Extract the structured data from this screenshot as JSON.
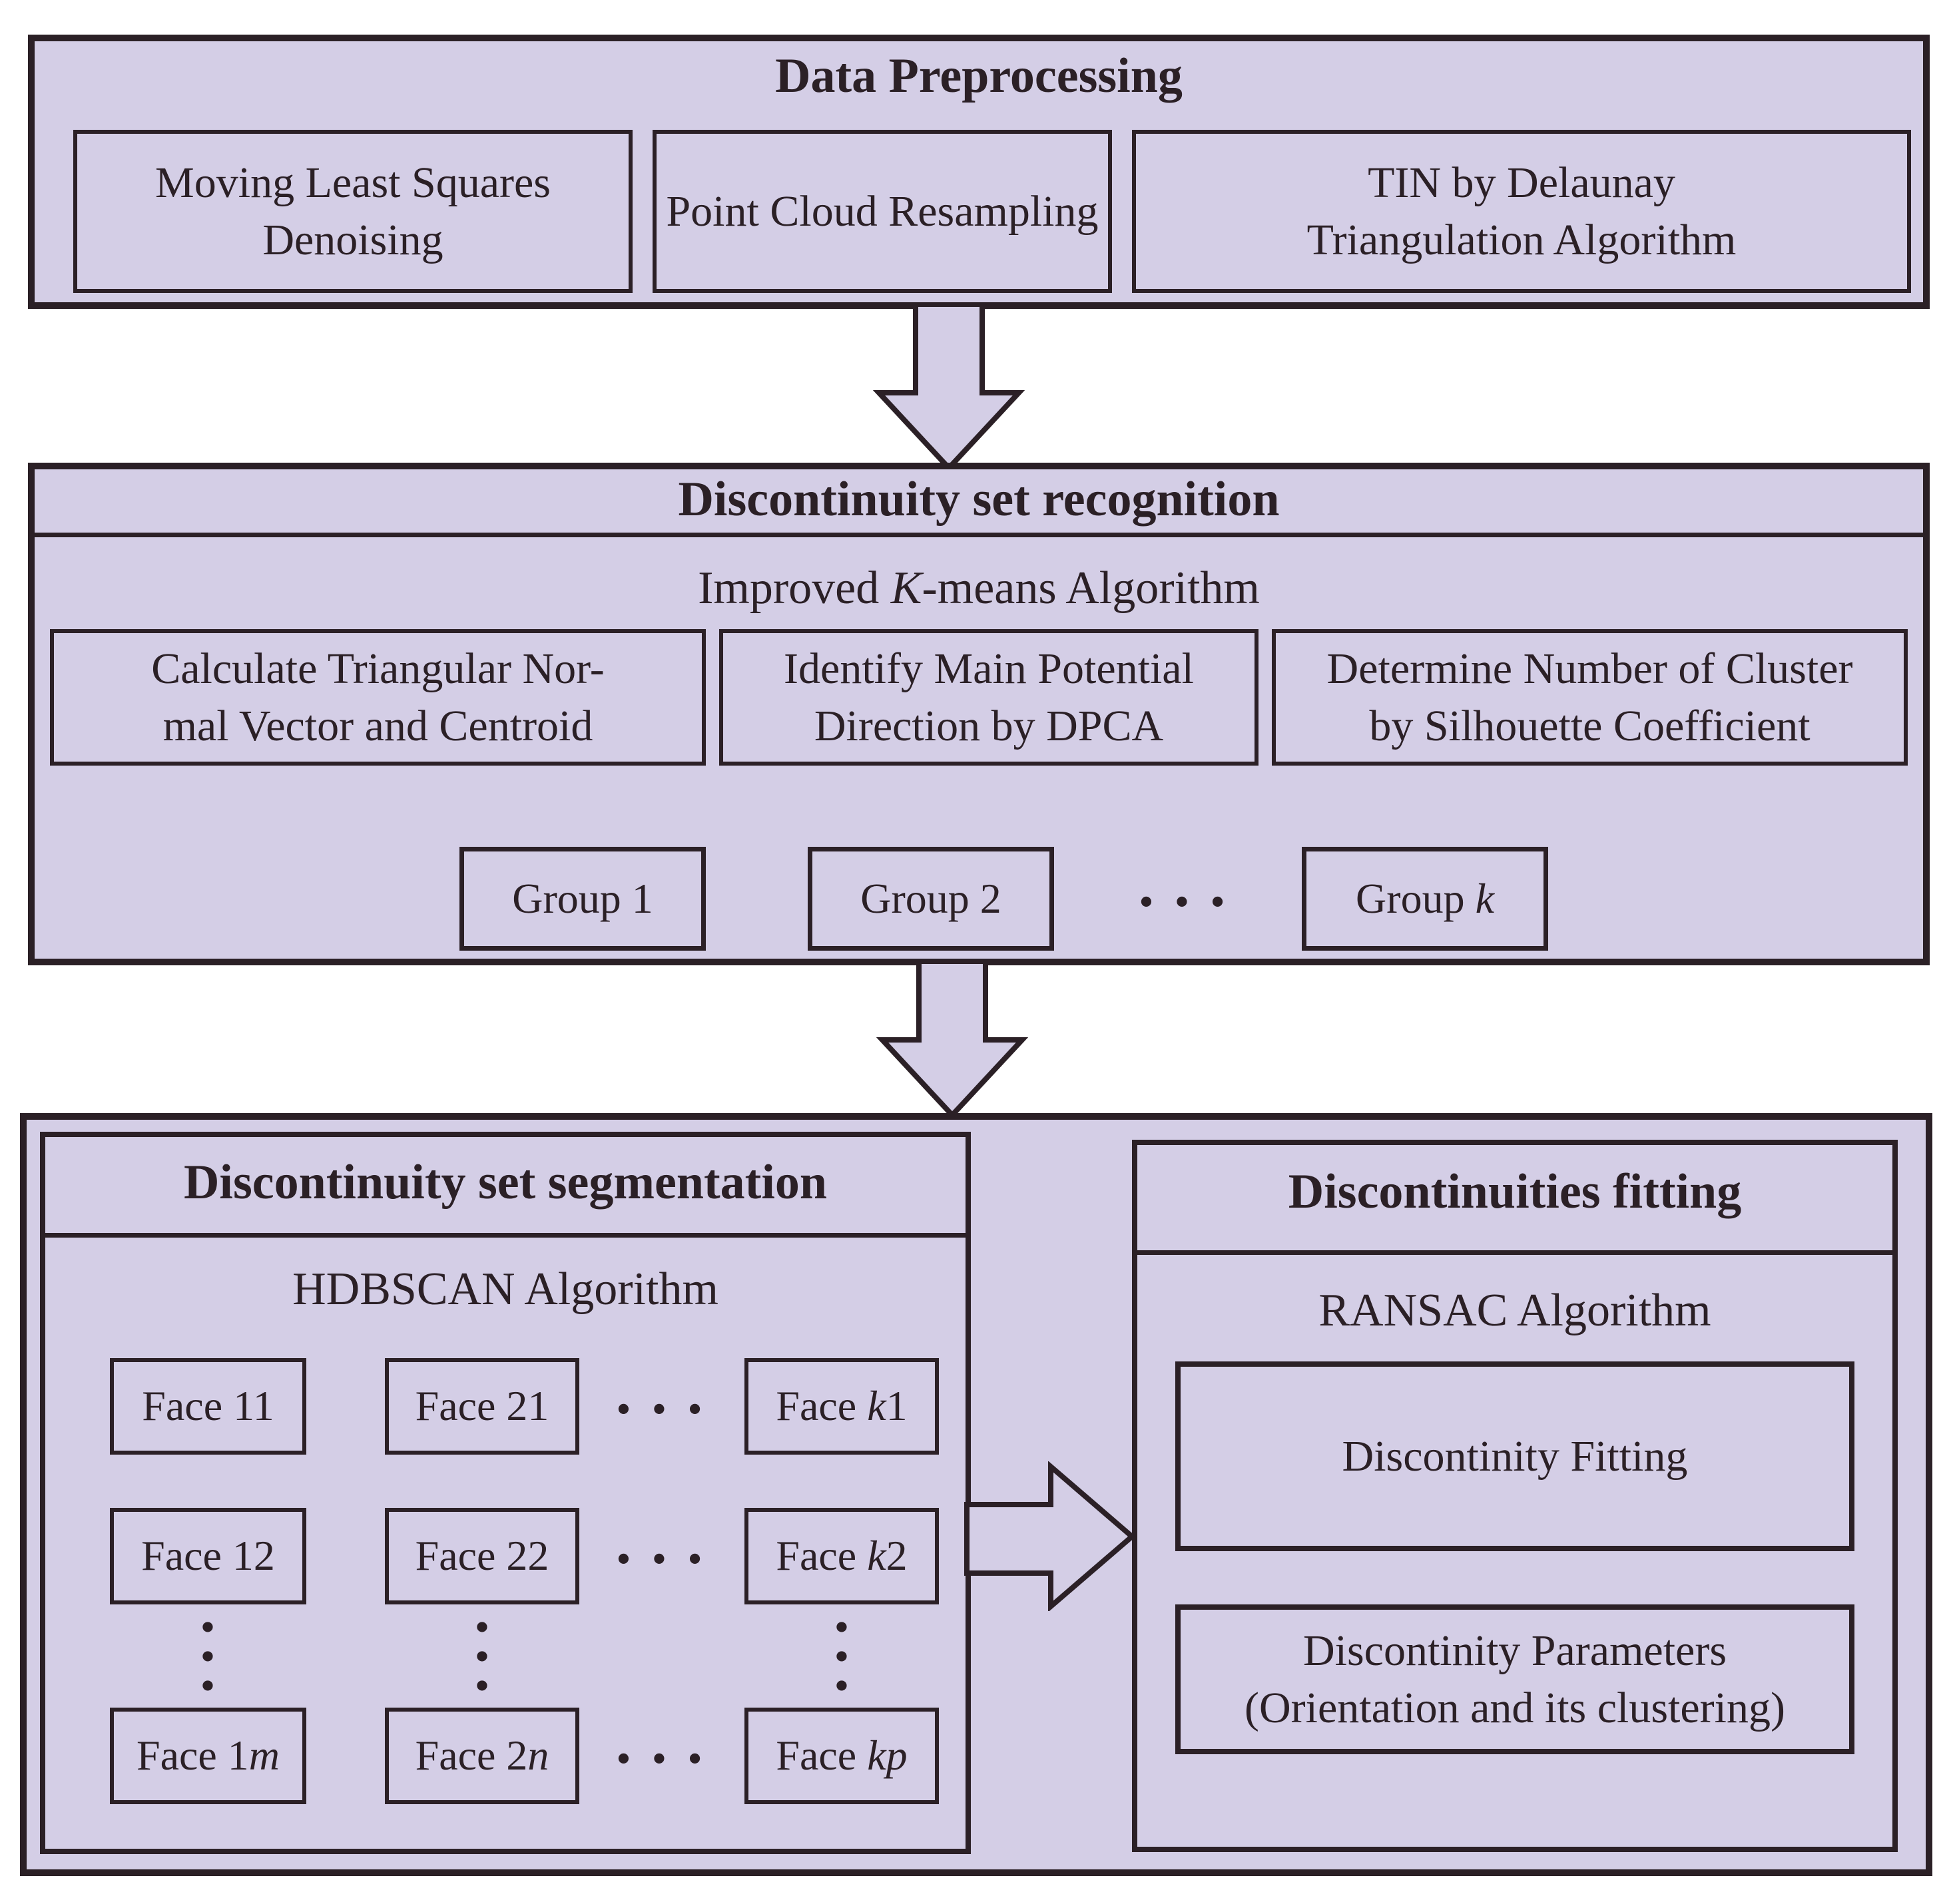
{
  "colors": {
    "box_fill": "#d4cee6",
    "line": "#2b2026",
    "background": "#ffffff"
  },
  "preprocessing": {
    "title": "Data Preprocessing",
    "steps": [
      {
        "line1": "Moving Least Squares",
        "line2": "Denoising"
      },
      {
        "line1": "Point Cloud Resampling"
      },
      {
        "line1": "TIN by Delaunay",
        "line2": "Triangulation Algorithm"
      }
    ]
  },
  "recognition": {
    "title": "Discontinuity set recognition",
    "algorithm_pre": "Improved ",
    "algorithm_var": "K",
    "algorithm_post": "-means Algorithm",
    "steps": [
      {
        "line1": "Calculate Triangular Nor-",
        "line2": "mal Vector and Centroid"
      },
      {
        "line1": "Identify Main Potential",
        "line2": "Direction by DPCA"
      },
      {
        "line1": "Determine Number of Cluster",
        "line2": "by Silhouette  Coefficient"
      }
    ],
    "groups": [
      {
        "pre": "Group 1",
        "var": ""
      },
      {
        "pre": "Group 2",
        "var": ""
      },
      {
        "pre": "Group ",
        "var": "k"
      }
    ]
  },
  "segmentation": {
    "title": "Discontinuity set segmentation",
    "algorithm": "HDBSCAN Algorithm",
    "face_rows": [
      [
        {
          "pre": "Face 11",
          "var": "",
          "post": ""
        },
        {
          "pre": "Face 21",
          "var": "",
          "post": ""
        },
        {
          "pre": "Face ",
          "var": "k",
          "post": "1"
        }
      ],
      [
        {
          "pre": "Face 12",
          "var": "",
          "post": ""
        },
        {
          "pre": "Face 22",
          "var": "",
          "post": ""
        },
        {
          "pre": "Face ",
          "var": "k",
          "post": "2"
        }
      ],
      [
        {
          "pre": "Face 1",
          "var": "m",
          "post": ""
        },
        {
          "pre": "Face 2",
          "var": "n",
          "post": ""
        },
        {
          "pre": "Face ",
          "var": "kp",
          "post": ""
        }
      ]
    ]
  },
  "fitting": {
    "title": "Discontinuities fitting",
    "algorithm": "RANSAC Algorithm",
    "result_boxes": [
      {
        "line1": "Discontinity  Fitting"
      },
      {
        "line1": "Discontinity Parameters",
        "line2": "(Orientation and its clustering)"
      }
    ]
  },
  "glyphs": {
    "dot": "•",
    "h_ellipsis": "• • •"
  }
}
